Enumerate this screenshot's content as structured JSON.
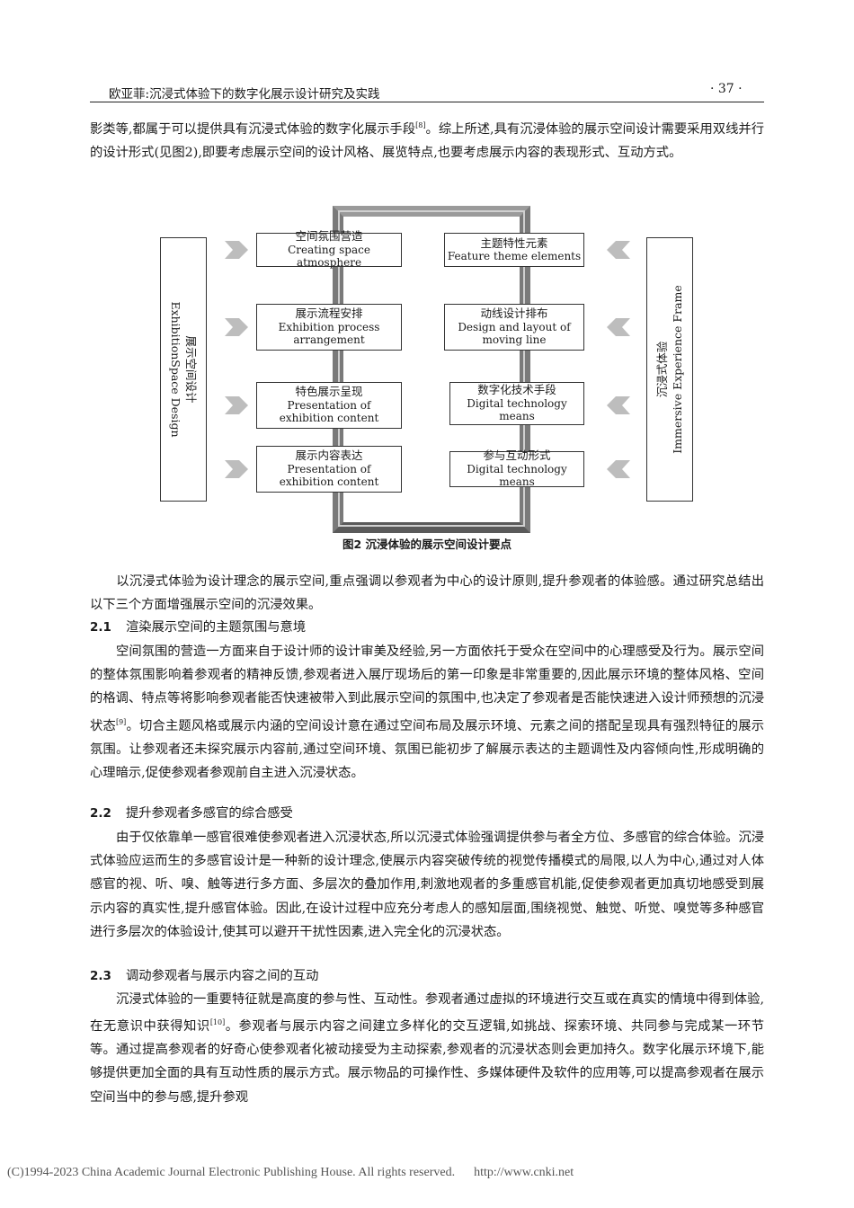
{
  "header": {
    "running_title": "欧亚菲:沉浸式体验下的数字化展示设计研究及实践",
    "page_number": "· 37 ·"
  },
  "intro_paragraph": {
    "text_before_ref": "影类等,都属于可以提供具有沉浸式体验的数字化展示手段",
    "ref": "[8]",
    "text_after_ref": "。综上所述,具有沉浸体验的展示空间设计需要采用双线并行的设计形式(见图2),即要考虑展示空间的设计风格、展览特点,也要考虑展示内容的表现形式、互动方式。"
  },
  "figure": {
    "caption": "图2  沉浸体验的展示空间设计要点",
    "left_side": {
      "cn": "展示空间设计",
      "en": "ExhibitionSpace Design"
    },
    "right_side": {
      "cn": "沉浸式体验",
      "en": "Immersive Experience Frame"
    },
    "left_boxes": [
      {
        "cn": "空间氛围营造",
        "en": "Creating space atmosphere"
      },
      {
        "cn": "展示流程安排",
        "en": "Exhibition process arrangement"
      },
      {
        "cn": "特色展示呈现",
        "en": "Presentation of exhibition content"
      },
      {
        "cn": "展示内容表达",
        "en": "Presentation of exhibition content"
      }
    ],
    "right_boxes": [
      {
        "cn": "主题特性元素",
        "en": "Feature theme elements"
      },
      {
        "cn": "动线设计排布",
        "en": "Design and layout of moving line"
      },
      {
        "cn": "数字化技术手段",
        "en": "Digital technology means"
      },
      {
        "cn": "参与互动形式",
        "en": "Digital technology means"
      }
    ]
  },
  "paragraph_after_figure": "以沉浸式体验为设计理念的展示空间,重点强调以参观者为中心的设计原则,提升参观者的体验感。通过研究总结出以下三个方面增强展示空间的沉浸效果。",
  "section_2_1": {
    "number": "2.1",
    "title": "渲染展示空间的主题氛围与意境",
    "body_before_ref": "空间氛围的营造一方面来自于设计师的设计审美及经验,另一方面依托于受众在空间中的心理感受及行为。展示空间的整体氛围影响着参观者的精神反馈,参观者进入展厅现场后的第一印象是非常重要的,因此展示环境的整体风格、空间的格调、特点等将影响参观者能否快速被带入到此展示空间的氛围中,也决定了参观者是否能快速进入设计师预想的沉浸状态",
    "ref": "[9]",
    "body_after_ref": "。切合主题风格或展示内涵的空间设计意在通过空间布局及展示环境、元素之间的搭配呈现具有强烈特征的展示氛围。让参观者还未探究展示内容前,通过空间环境、氛围已能初步了解展示表达的主题调性及内容倾向性,形成明确的心理暗示,促使参观者参观前自主进入沉浸状态。"
  },
  "section_2_2": {
    "number": "2.2",
    "title": "提升参观者多感官的综合感受",
    "body": "由于仅依靠单一感官很难使参观者进入沉浸状态,所以沉浸式体验强调提供参与者全方位、多感官的综合体验。沉浸式体验应运而生的多感官设计是一种新的设计理念,使展示内容突破传统的视觉传播模式的局限,以人为中心,通过对人体感官的视、听、嗅、触等进行多方面、多层次的叠加作用,刺激地观者的多重感官机能,促使参观者更加真切地感受到展示内容的真实性,提升感官体验。因此,在设计过程中应充分考虑人的感知层面,围绕视觉、触觉、听觉、嗅觉等多种感官进行多层次的体验设计,使其可以避开干扰性因素,进入完全化的沉浸状态。"
  },
  "section_2_3": {
    "number": "2.3",
    "title": "调动参观者与展示内容之间的互动",
    "body_before_ref": "沉浸式体验的一重要特征就是高度的参与性、互动性。参观者通过虚拟的环境进行交互或在真实的情境中得到体验,在无意识中获得知识",
    "ref": "[10]",
    "body_after_ref": "。参观者与展示内容之间建立多样化的交互逻辑,如挑战、探索环境、共同参与完成某一环节等。通过提高参观者的好奇心使参观者化被动接受为主动探索,参观者的沉浸状态则会更加持久。数字化展示环境下,能够提供更加全面的具有互动性质的展示方式。展示物品的可操作性、多媒体硬件及软件的应用等,可以提高参观者在展示空间当中的参与感,提升参观"
  },
  "footer": {
    "copyright": "(C)1994-2023 China Academic Journal Electronic Publishing House. All rights reserved.",
    "url": "http://www.cnki.net"
  }
}
